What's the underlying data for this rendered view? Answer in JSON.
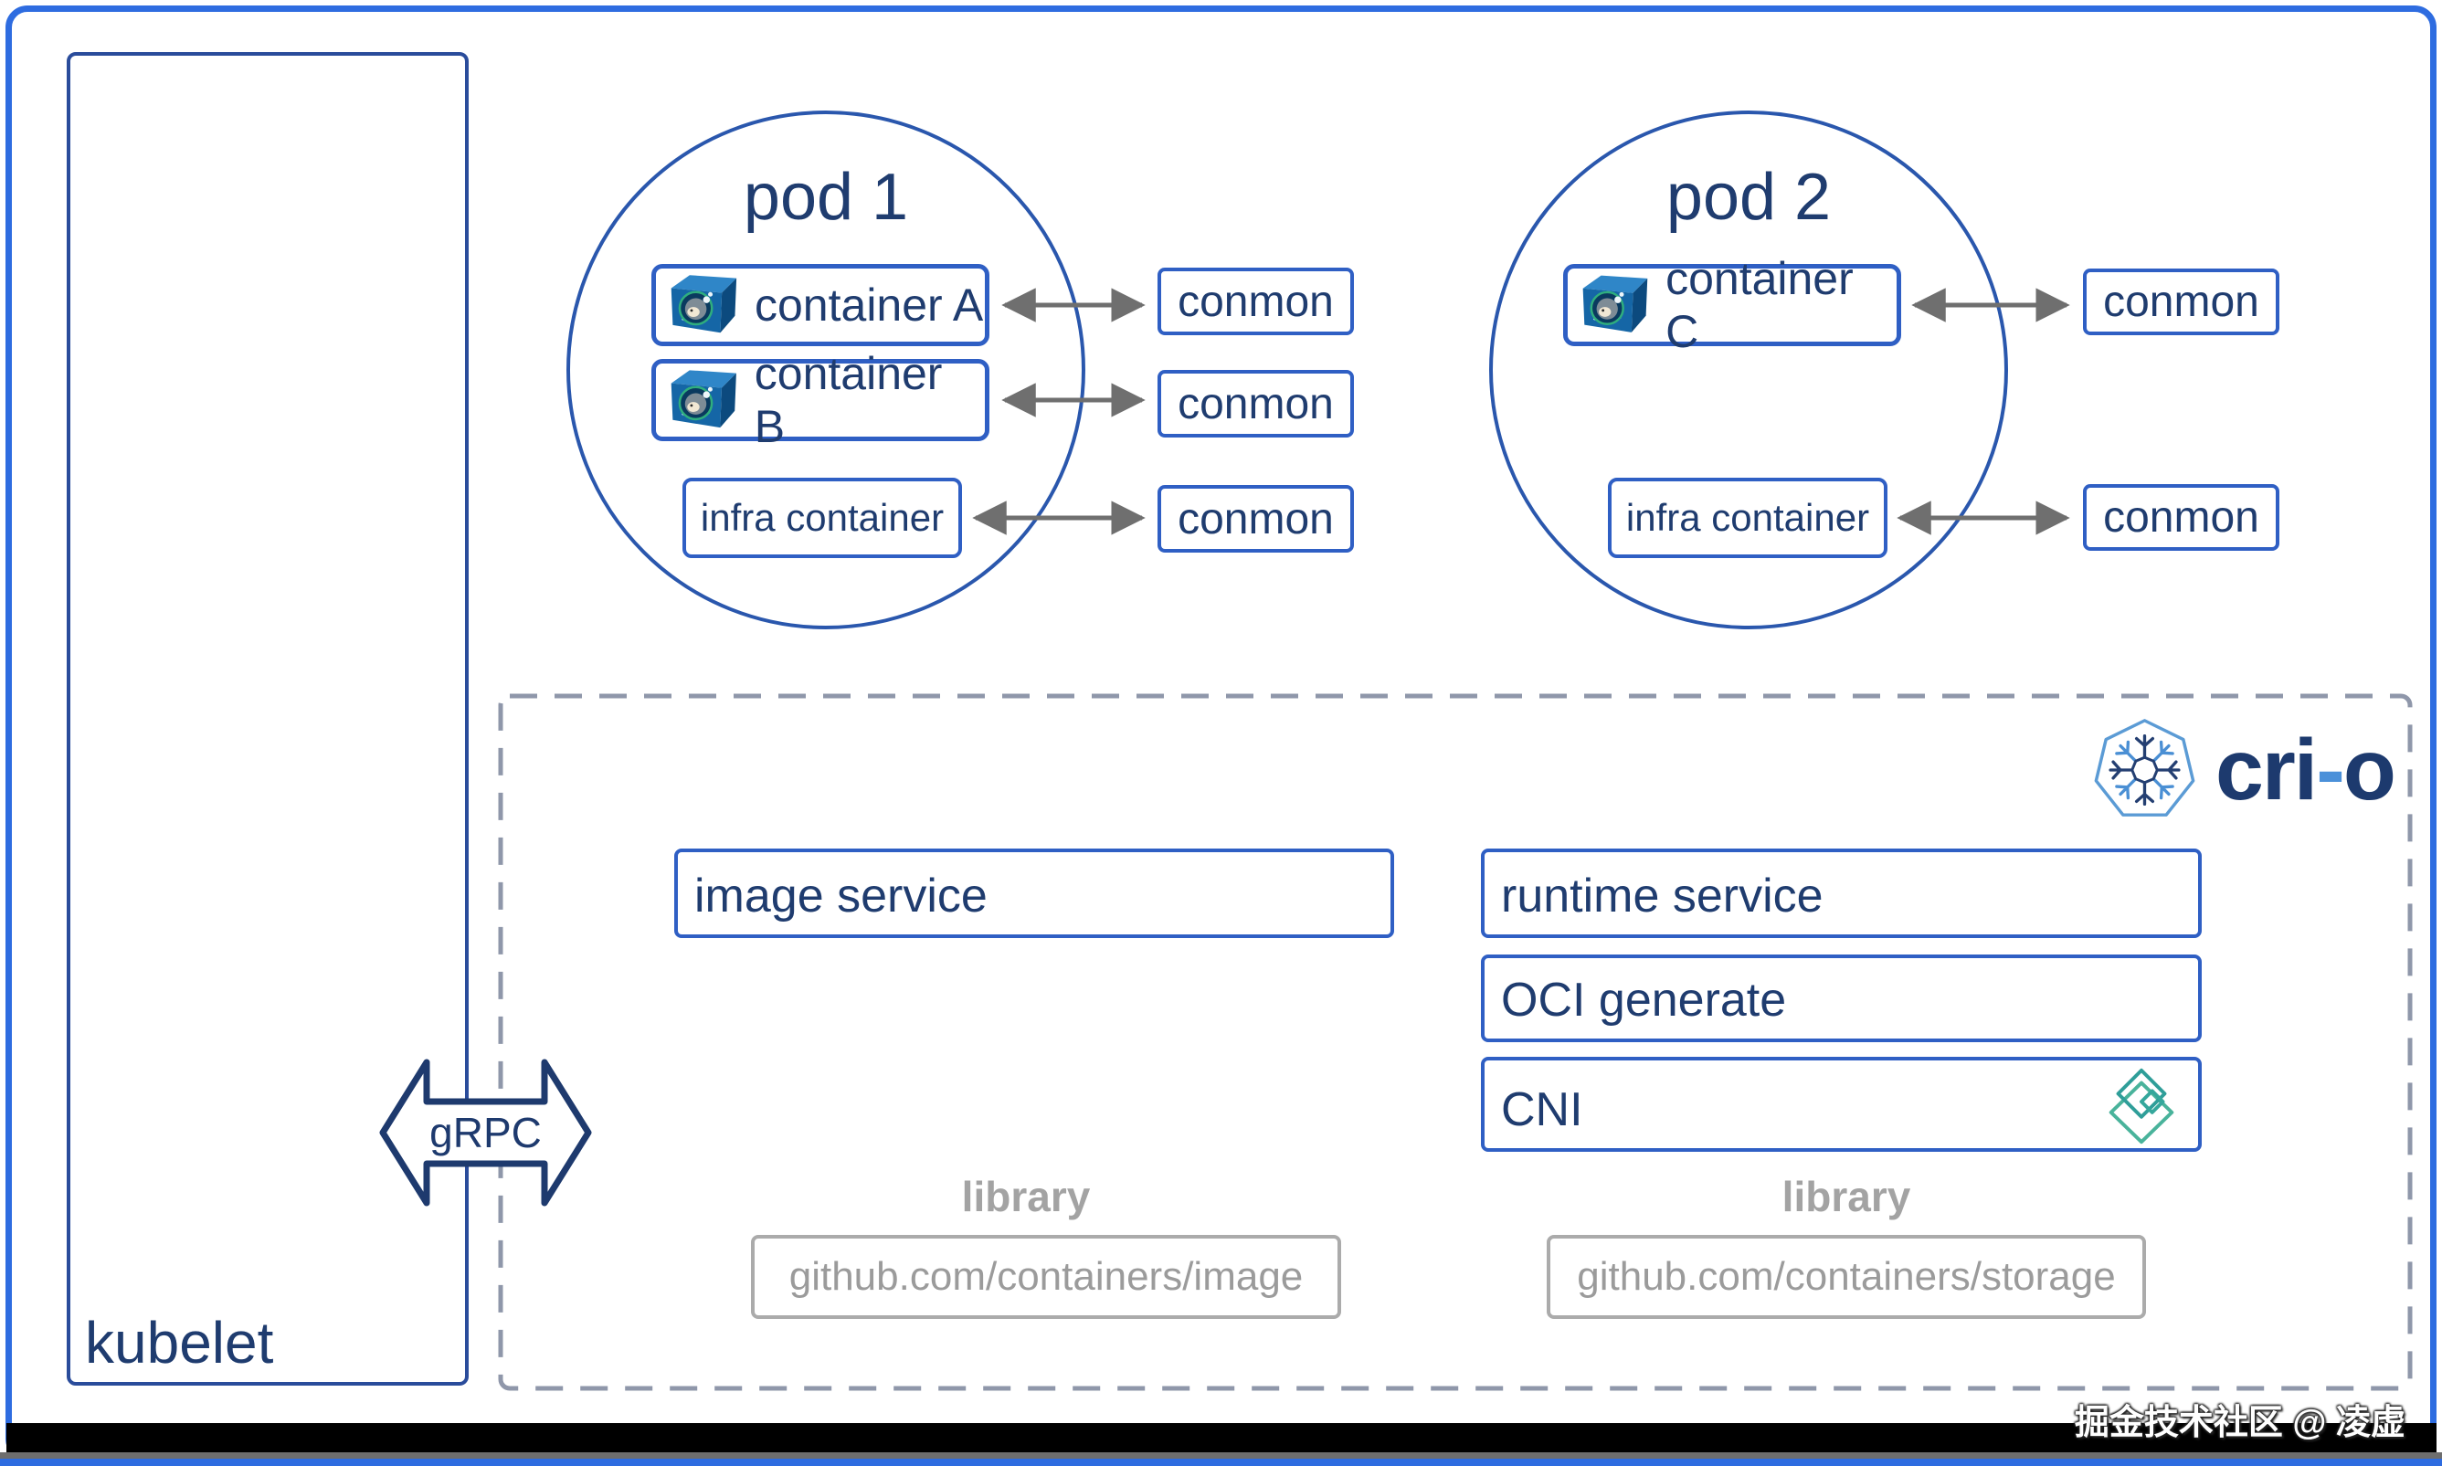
{
  "kubelet": {
    "label": "kubelet"
  },
  "grpc": {
    "label": "gRPC"
  },
  "pods": [
    {
      "label": "pod 1",
      "containers": [
        {
          "label": "container A"
        },
        {
          "label": "container B"
        }
      ],
      "infra_label": "infra container",
      "conmon_labels": [
        "conmon",
        "conmon",
        "conmon"
      ]
    },
    {
      "label": "pod 2",
      "containers": [
        {
          "label": "container C"
        }
      ],
      "infra_label": "infra container",
      "conmon_labels": [
        "conmon",
        "conmon"
      ]
    }
  ],
  "crio": {
    "name_prefix": "cri",
    "hyphen": "-",
    "name_suffix": "o"
  },
  "services": {
    "image": "image service",
    "runtime": "runtime service",
    "oci": "OCI generate",
    "cni": "CNI"
  },
  "libraries": [
    {
      "caption": "library",
      "repo": "github.com/containers/image"
    },
    {
      "caption": "library",
      "repo": "github.com/containers/storage"
    }
  ],
  "watermark": "掘金技术社区 @ 凌虚",
  "colors": {
    "frame_blue": "#2e6ce0",
    "box_border_blue": "#2f5fc4",
    "text_navy": "#1f3c6f",
    "arrow_gray": "#6f6f6f",
    "dashed_border_gray": "#8f97aa",
    "library_gray": "#a3a3a3",
    "cni_teal": "#35a79c"
  }
}
